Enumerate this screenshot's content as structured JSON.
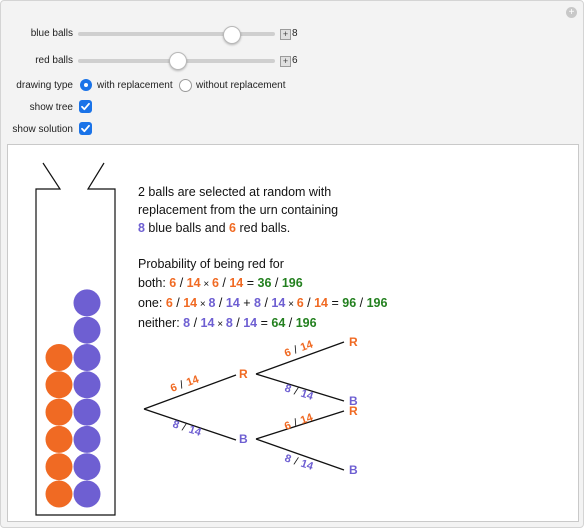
{
  "controls": {
    "blue_label": "blue balls",
    "blue_value": "8",
    "red_label": "red balls",
    "red_value": "6",
    "drawing_label": "drawing type",
    "opt_with": "with replacement",
    "opt_without": "without replacement",
    "show_tree_label": "show tree",
    "show_solution_label": "show solution",
    "blue_fraction": 0.8,
    "red_fraction": 0.5
  },
  "text": {
    "line1": "2 balls are selected at random with",
    "line2": "replacement from the urn containing",
    "n_blue": "8",
    "mid": " blue balls and ",
    "n_red": "6",
    "end": " red balls.",
    "prob_heading": "Probability of being red for",
    "both_label": "both: ",
    "one_label": "one: ",
    "neither_label": "neither: ",
    "slash": " / ",
    "times": " × ",
    "plus": " + ",
    "eq": " = ",
    "six": "6",
    "eight": "8",
    "fourteen": "14",
    "both_num": "36",
    "one_num": "96",
    "neither_num": "64",
    "den": "196"
  },
  "tree": {
    "R": "R",
    "B": "B",
    "six": "6",
    "eight": "8",
    "fourteen": "14",
    "slash": "/"
  },
  "urn": {
    "blue_count": 8,
    "red_count": 6
  },
  "colors": {
    "blue": "#6e5fd2",
    "red": "#f06a23",
    "green": "#23801f",
    "accent": "#1a73e8"
  }
}
